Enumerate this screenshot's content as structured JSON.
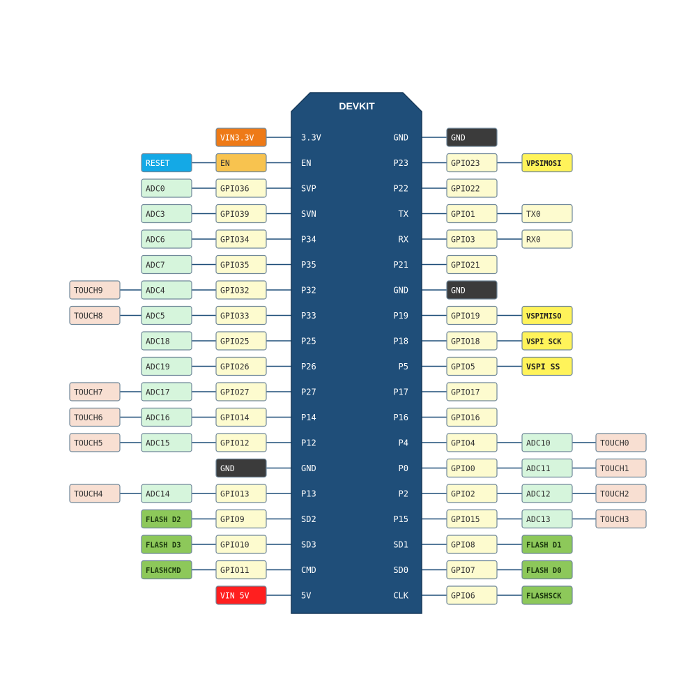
{
  "board": {
    "title": "DEVKIT"
  },
  "colors": {
    "board_fill": "#1f4e79",
    "board_stroke": "#16395a",
    "wire": "#1f4e79",
    "tag_stroke": "#6f8799"
  },
  "types": {
    "vin33": {
      "fill": "#ee7a17",
      "text": "#ffffff"
    },
    "vin5": {
      "fill": "#ff1f1f",
      "text": "#ffffff"
    },
    "en": {
      "fill": "#f8c34f",
      "text": "#333333"
    },
    "reset": {
      "fill": "#14a9e6",
      "text": "#ffffff"
    },
    "gnd": {
      "fill": "#3b3b3b",
      "text": "#ffffff"
    },
    "gpio": {
      "fill": "#fdfbcf",
      "text": "#333333"
    },
    "adc": {
      "fill": "#d6f5dc",
      "text": "#333333"
    },
    "touch": {
      "fill": "#f8dfd2",
      "text": "#333333"
    },
    "flash": {
      "fill": "#8dc85a",
      "text": "#1d3a10"
    },
    "vspi": {
      "fill": "#fff35a",
      "text": "#222222"
    },
    "uart": {
      "fill": "#fdfbcf",
      "text": "#333333"
    }
  },
  "left_pins": [
    {
      "pin": "3.3V",
      "tags": [
        {
          "text": "VIN3.3V",
          "type": "vin33"
        }
      ]
    },
    {
      "pin": "EN",
      "tags": [
        {
          "text": "EN",
          "type": "en"
        },
        {
          "text": "RESET",
          "type": "reset"
        }
      ]
    },
    {
      "pin": "SVP",
      "tags": [
        {
          "text": "GPIO36",
          "type": "gpio"
        },
        {
          "text": "ADC0",
          "type": "adc"
        }
      ]
    },
    {
      "pin": "SVN",
      "tags": [
        {
          "text": "GPIO39",
          "type": "gpio"
        },
        {
          "text": "ADC3",
          "type": "adc"
        }
      ]
    },
    {
      "pin": "P34",
      "tags": [
        {
          "text": "GPIO34",
          "type": "gpio"
        },
        {
          "text": "ADC6",
          "type": "adc"
        }
      ]
    },
    {
      "pin": "P35",
      "tags": [
        {
          "text": "GPIO35",
          "type": "gpio"
        },
        {
          "text": "ADC7",
          "type": "adc"
        }
      ]
    },
    {
      "pin": "P32",
      "tags": [
        {
          "text": "GPIO32",
          "type": "gpio"
        },
        {
          "text": "ADC4",
          "type": "adc"
        },
        {
          "text": "TOUCH9",
          "type": "touch"
        }
      ]
    },
    {
      "pin": "P33",
      "tags": [
        {
          "text": "GPIO33",
          "type": "gpio"
        },
        {
          "text": "ADC5",
          "type": "adc"
        },
        {
          "text": "TOUCH8",
          "type": "touch"
        }
      ]
    },
    {
      "pin": "P25",
      "tags": [
        {
          "text": "GPIO25",
          "type": "gpio"
        },
        {
          "text": "ADC18",
          "type": "adc"
        }
      ]
    },
    {
      "pin": "P26",
      "tags": [
        {
          "text": "GPIO26",
          "type": "gpio"
        },
        {
          "text": "ADC19",
          "type": "adc"
        }
      ]
    },
    {
      "pin": "P27",
      "tags": [
        {
          "text": "GPIO27",
          "type": "gpio"
        },
        {
          "text": "ADC17",
          "type": "adc"
        },
        {
          "text": "TOUCH7",
          "type": "touch"
        }
      ]
    },
    {
      "pin": "P14",
      "tags": [
        {
          "text": "GPIO14",
          "type": "gpio"
        },
        {
          "text": "ADC16",
          "type": "adc"
        },
        {
          "text": "TOUCH6",
          "type": "touch"
        }
      ]
    },
    {
      "pin": "P12",
      "tags": [
        {
          "text": "GPIO12",
          "type": "gpio"
        },
        {
          "text": "ADC15",
          "type": "adc"
        },
        {
          "text": "TOUCH5",
          "type": "touch"
        }
      ]
    },
    {
      "pin": "GND",
      "tags": [
        {
          "text": "GND",
          "type": "gnd"
        }
      ]
    },
    {
      "pin": "P13",
      "tags": [
        {
          "text": "GPIO13",
          "type": "gpio"
        },
        {
          "text": "ADC14",
          "type": "adc"
        },
        {
          "text": "TOUCH4",
          "type": "touch"
        }
      ]
    },
    {
      "pin": "SD2",
      "tags": [
        {
          "text": "GPIO9",
          "type": "gpio"
        },
        {
          "text": "FLASH D2",
          "type": "flash"
        }
      ]
    },
    {
      "pin": "SD3",
      "tags": [
        {
          "text": "GPIO10",
          "type": "gpio"
        },
        {
          "text": "FLASH D3",
          "type": "flash"
        }
      ]
    },
    {
      "pin": "CMD",
      "tags": [
        {
          "text": "GPIO11",
          "type": "gpio"
        },
        {
          "text": "FLASHCMD",
          "type": "flash"
        }
      ]
    },
    {
      "pin": "5V",
      "tags": [
        {
          "text": "VIN 5V",
          "type": "vin5"
        }
      ]
    }
  ],
  "right_pins": [
    {
      "pin": "GND",
      "tags": [
        {
          "text": "GND",
          "type": "gnd"
        }
      ]
    },
    {
      "pin": "P23",
      "tags": [
        {
          "text": "GPIO23",
          "type": "gpio"
        },
        {
          "text": "VPSIMOSI",
          "type": "vspi"
        }
      ]
    },
    {
      "pin": "P22",
      "tags": [
        {
          "text": "GPIO22",
          "type": "gpio"
        }
      ]
    },
    {
      "pin": "TX",
      "tags": [
        {
          "text": "GPIO1",
          "type": "gpio"
        },
        {
          "text": "TX0",
          "type": "uart"
        }
      ]
    },
    {
      "pin": "RX",
      "tags": [
        {
          "text": "GPIO3",
          "type": "gpio"
        },
        {
          "text": "RX0",
          "type": "uart"
        }
      ]
    },
    {
      "pin": "P21",
      "tags": [
        {
          "text": "GPIO21",
          "type": "gpio"
        }
      ]
    },
    {
      "pin": "GND",
      "tags": [
        {
          "text": "GND",
          "type": "gnd"
        }
      ]
    },
    {
      "pin": "P19",
      "tags": [
        {
          "text": "GPIO19",
          "type": "gpio"
        },
        {
          "text": "VSPIMISO",
          "type": "vspi"
        }
      ]
    },
    {
      "pin": "P18",
      "tags": [
        {
          "text": "GPIO18",
          "type": "gpio"
        },
        {
          "text": "VSPI SCK",
          "type": "vspi"
        }
      ]
    },
    {
      "pin": "P5",
      "tags": [
        {
          "text": "GPIO5",
          "type": "gpio"
        },
        {
          "text": "VSPI SS",
          "type": "vspi"
        }
      ]
    },
    {
      "pin": "P17",
      "tags": [
        {
          "text": "GPIO17",
          "type": "gpio"
        }
      ]
    },
    {
      "pin": "P16",
      "tags": [
        {
          "text": "GPIO16",
          "type": "gpio"
        }
      ]
    },
    {
      "pin": "P4",
      "tags": [
        {
          "text": "GPIO4",
          "type": "gpio"
        },
        {
          "text": "ADC10",
          "type": "adc"
        },
        {
          "text": "TOUCH0",
          "type": "touch"
        }
      ]
    },
    {
      "pin": "P0",
      "tags": [
        {
          "text": "GPIO0",
          "type": "gpio"
        },
        {
          "text": "ADC11",
          "type": "adc"
        },
        {
          "text": "TOUCH1",
          "type": "touch"
        }
      ]
    },
    {
      "pin": "P2",
      "tags": [
        {
          "text": "GPIO2",
          "type": "gpio"
        },
        {
          "text": "ADC12",
          "type": "adc"
        },
        {
          "text": "TOUCH2",
          "type": "touch"
        }
      ]
    },
    {
      "pin": "P15",
      "tags": [
        {
          "text": "GPIO15",
          "type": "gpio"
        },
        {
          "text": "ADC13",
          "type": "adc"
        },
        {
          "text": "TOUCH3",
          "type": "touch"
        }
      ]
    },
    {
      "pin": "SD1",
      "tags": [
        {
          "text": "GPIO8",
          "type": "gpio"
        },
        {
          "text": "FLASH D1",
          "type": "flash"
        }
      ]
    },
    {
      "pin": "SD0",
      "tags": [
        {
          "text": "GPIO7",
          "type": "gpio"
        },
        {
          "text": "FLASH D0",
          "type": "flash"
        }
      ]
    },
    {
      "pin": "CLK",
      "tags": [
        {
          "text": "GPIO6",
          "type": "gpio"
        },
        {
          "text": "FLASHSCK",
          "type": "flash"
        }
      ]
    }
  ]
}
